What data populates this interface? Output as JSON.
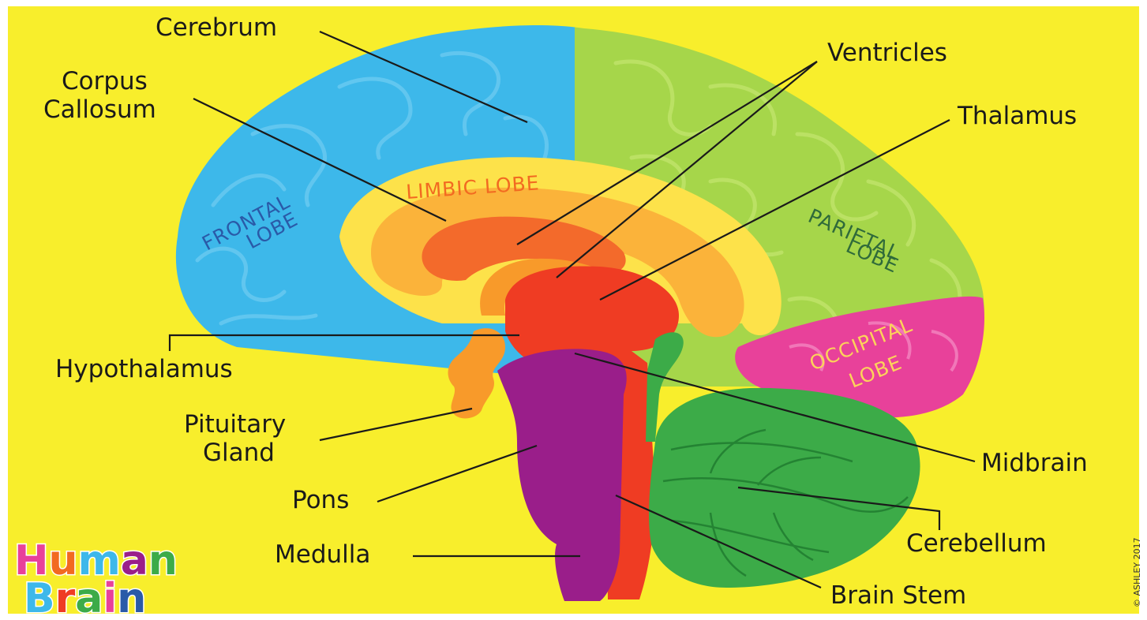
{
  "title": {
    "line1": "Human",
    "line2": "Brain"
  },
  "copyright": "© ASHLEY 2017",
  "labels": {
    "cerebrum": "Cerebrum",
    "corpus_1": "Corpus",
    "corpus_2": "Callosum",
    "ventricles": "Ventricles",
    "thalamus": "Thalamus",
    "hypothalamus": "Hypothalamus",
    "pituitary_1": "Pituitary",
    "pituitary_2": "Gland",
    "pons": "Pons",
    "medulla": "Medulla",
    "midbrain": "Midbrain",
    "cerebellum": "Cerebellum",
    "brain_stem": "Brain Stem"
  },
  "lobes": {
    "frontal_1": "FRONTAL",
    "frontal_2": "LOBE",
    "limbic": "LIMBIC LOBE",
    "parietal_1": "PARIETAL",
    "parietal_2": "LOBE",
    "occipital_1": "OCCIPITAL",
    "occipital_2": "LOBE"
  },
  "colors": {
    "background": "#f8ee2c",
    "frontal": "#3db8ea",
    "parietal": "#a6d64a",
    "limbic": "#fde24a",
    "corpus": "#fbb33a",
    "ventricle": "#f36a2b",
    "core": "#ef3c23",
    "brainstem": "#9a1e8a",
    "occipital": "#e8419a",
    "cerebellum": "#3cab48",
    "pituitary": "#f89a2a",
    "frontal_text": "#2a5aa8",
    "parietal_text": "#2f6a3a",
    "limbic_text": "#f26a21",
    "occipital_text": "#fcd35a"
  }
}
